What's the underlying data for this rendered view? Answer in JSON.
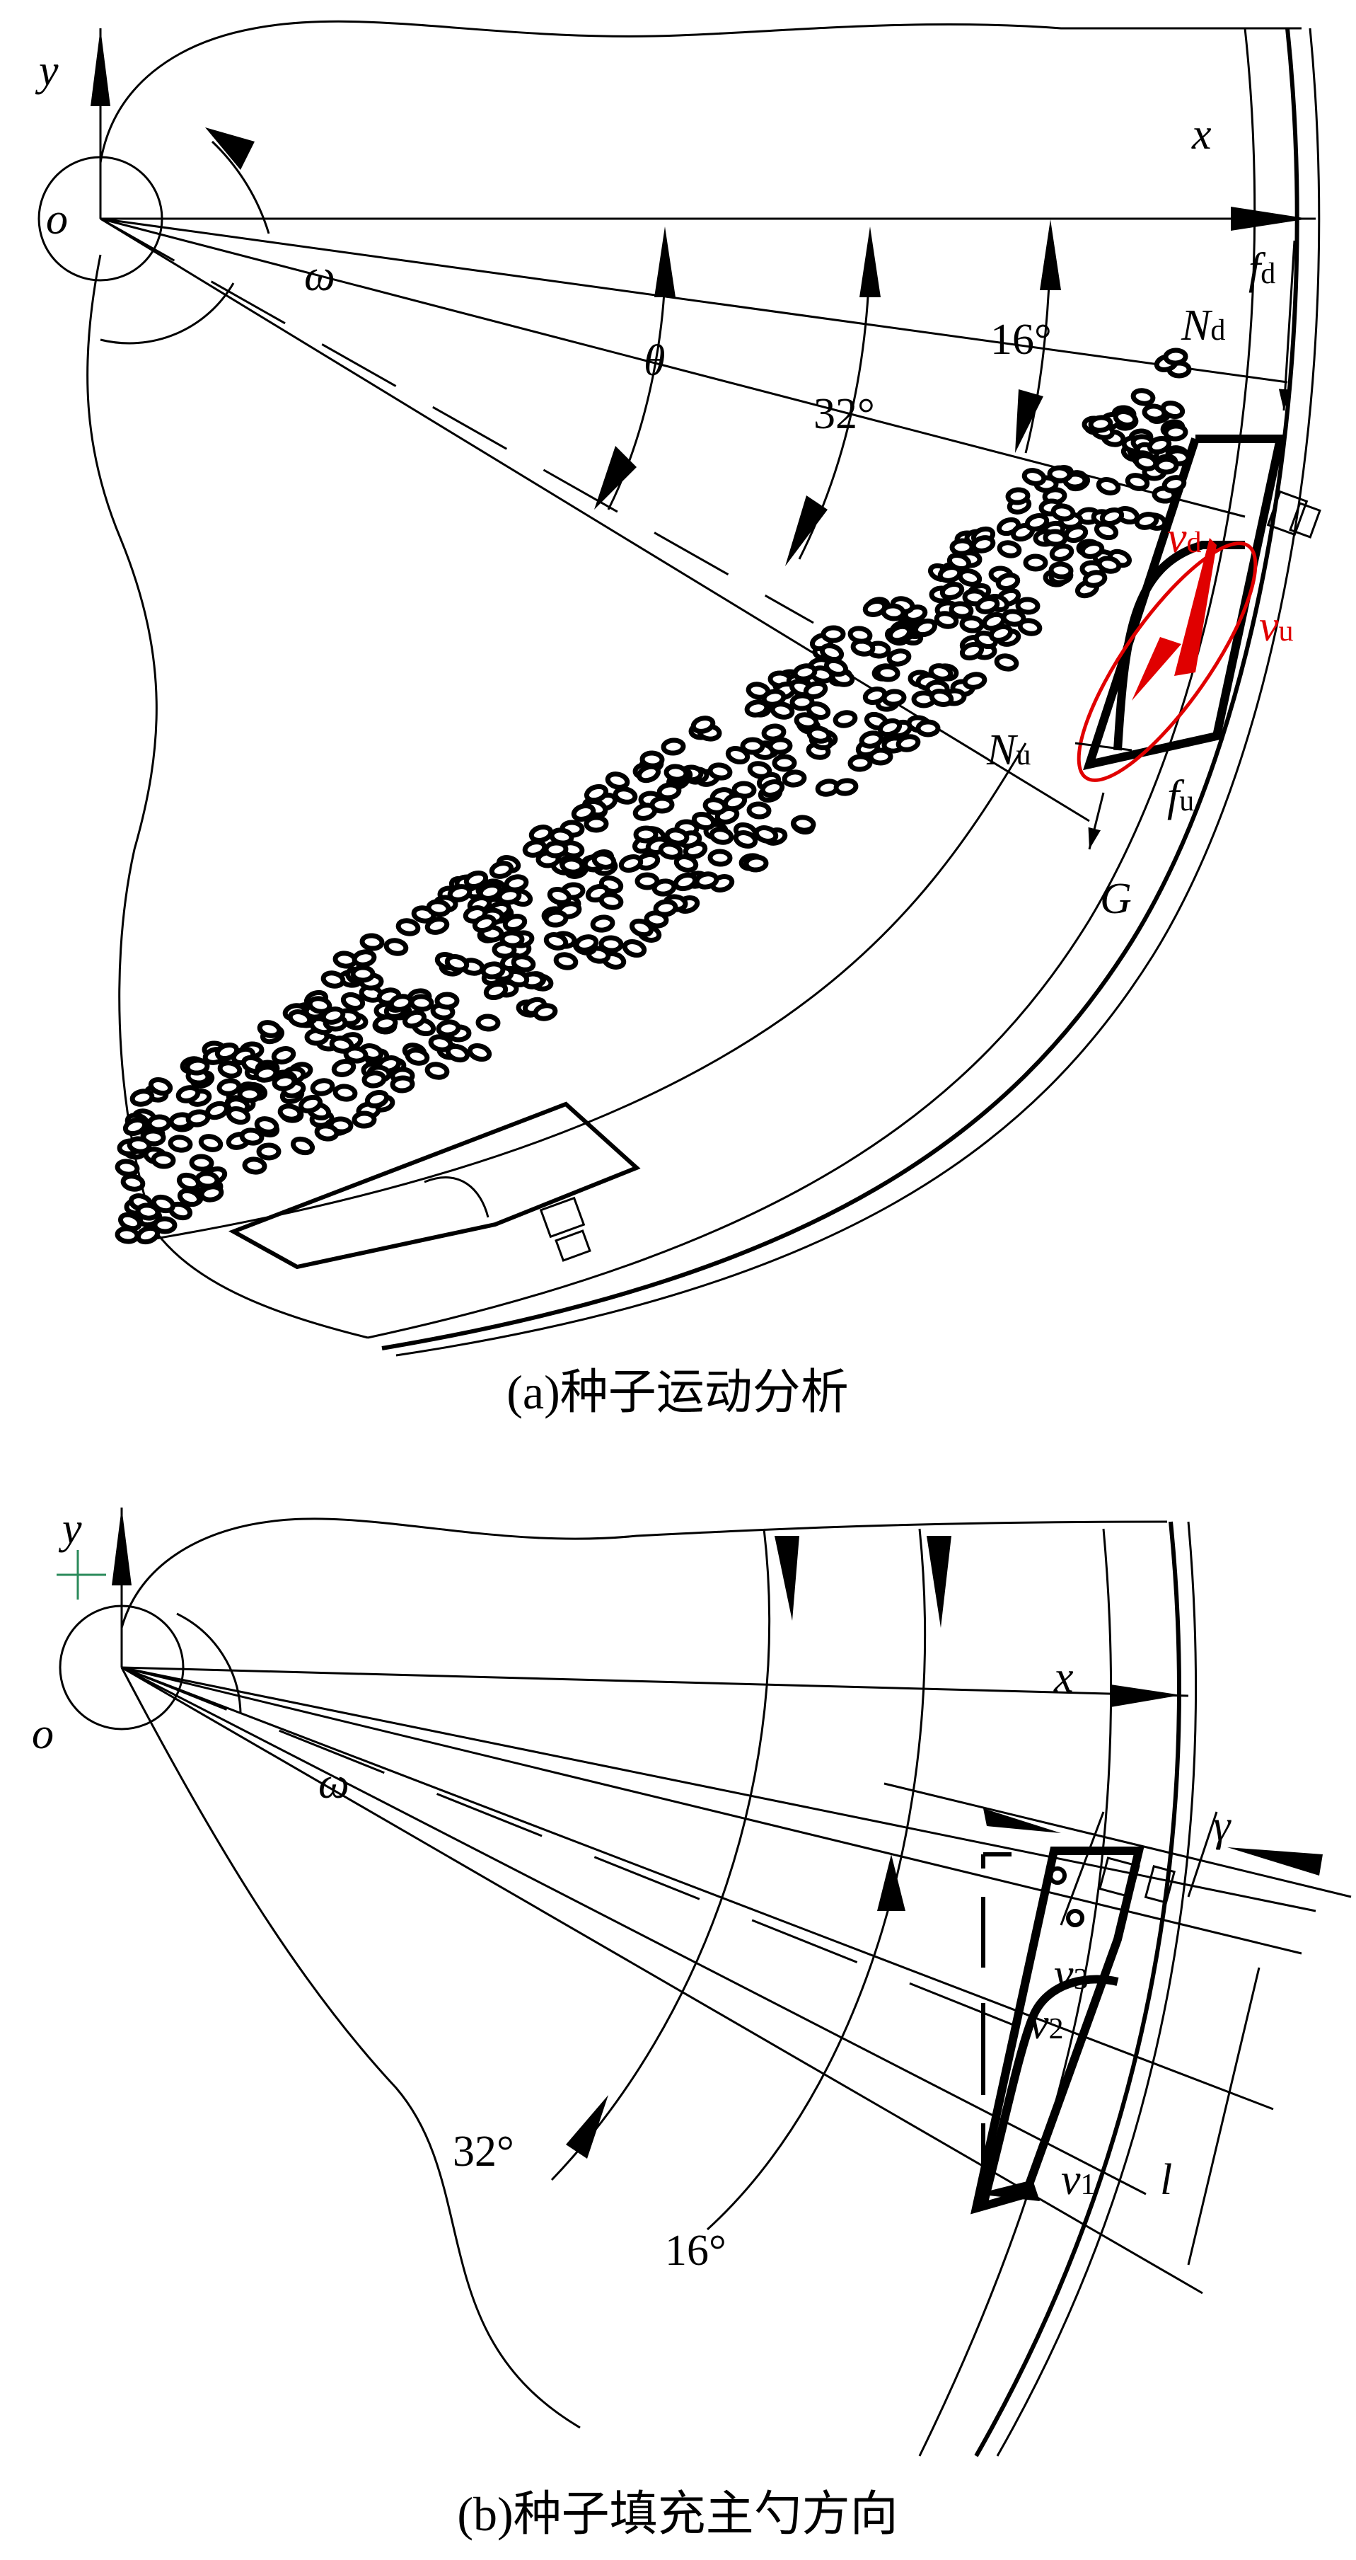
{
  "panel_a": {
    "caption": "(a)种子运动分析",
    "labels": {
      "y": "y",
      "o": "o",
      "x": "x",
      "omega": "ω",
      "theta": "θ",
      "angle_32": "32°",
      "angle_16": "16°",
      "f": "f",
      "d": "d",
      "N": "N",
      "u": "u",
      "v": "v",
      "G": "G"
    },
    "highlight_color": "#e00000"
  },
  "panel_b": {
    "caption": "(b)种子填充主勺方向",
    "labels": {
      "y": "y",
      "o": "o",
      "x": "x",
      "omega": "ω",
      "gamma": "γ",
      "angle_32": "32°",
      "angle_16": "16°",
      "l": "l",
      "v": "v",
      "s1": "1",
      "s2": "2",
      "s3": "3"
    }
  }
}
